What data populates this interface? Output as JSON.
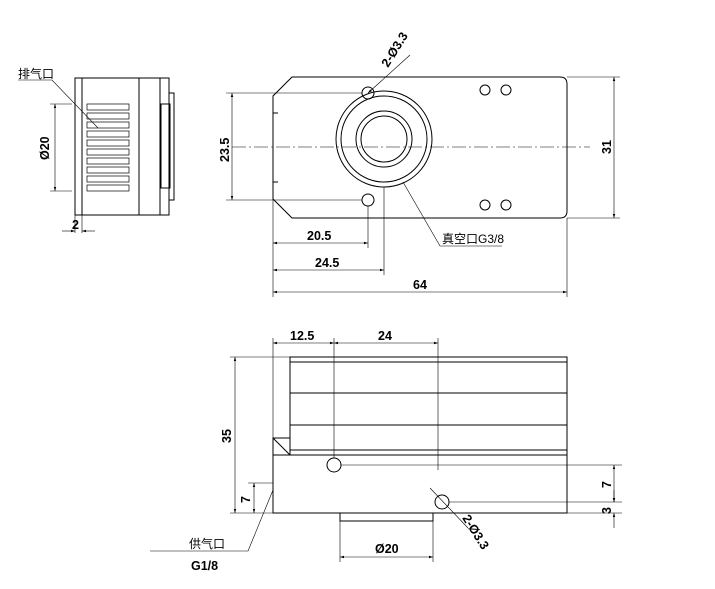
{
  "labels": {
    "exhaust_port": "排气口",
    "side_diameter": "Ø20",
    "side_offset": "2",
    "hole_callout_top": "2-Ø3.3",
    "height_23_5": "23.5",
    "width_31": "31",
    "dist_20_5": "20.5",
    "dist_24_5": "24.5",
    "length_64": "64",
    "vacuum_port": "真空口G3/8",
    "dist_12_5": "12.5",
    "dist_24": "24",
    "height_35": "35",
    "height_7_left": "7",
    "height_7_right": "7",
    "height_3_right": "3",
    "hole_callout_bottom": "2-Ø3.3",
    "bottom_diameter": "Ø20",
    "supply_port": "供气口",
    "supply_thread": "G1/8"
  }
}
